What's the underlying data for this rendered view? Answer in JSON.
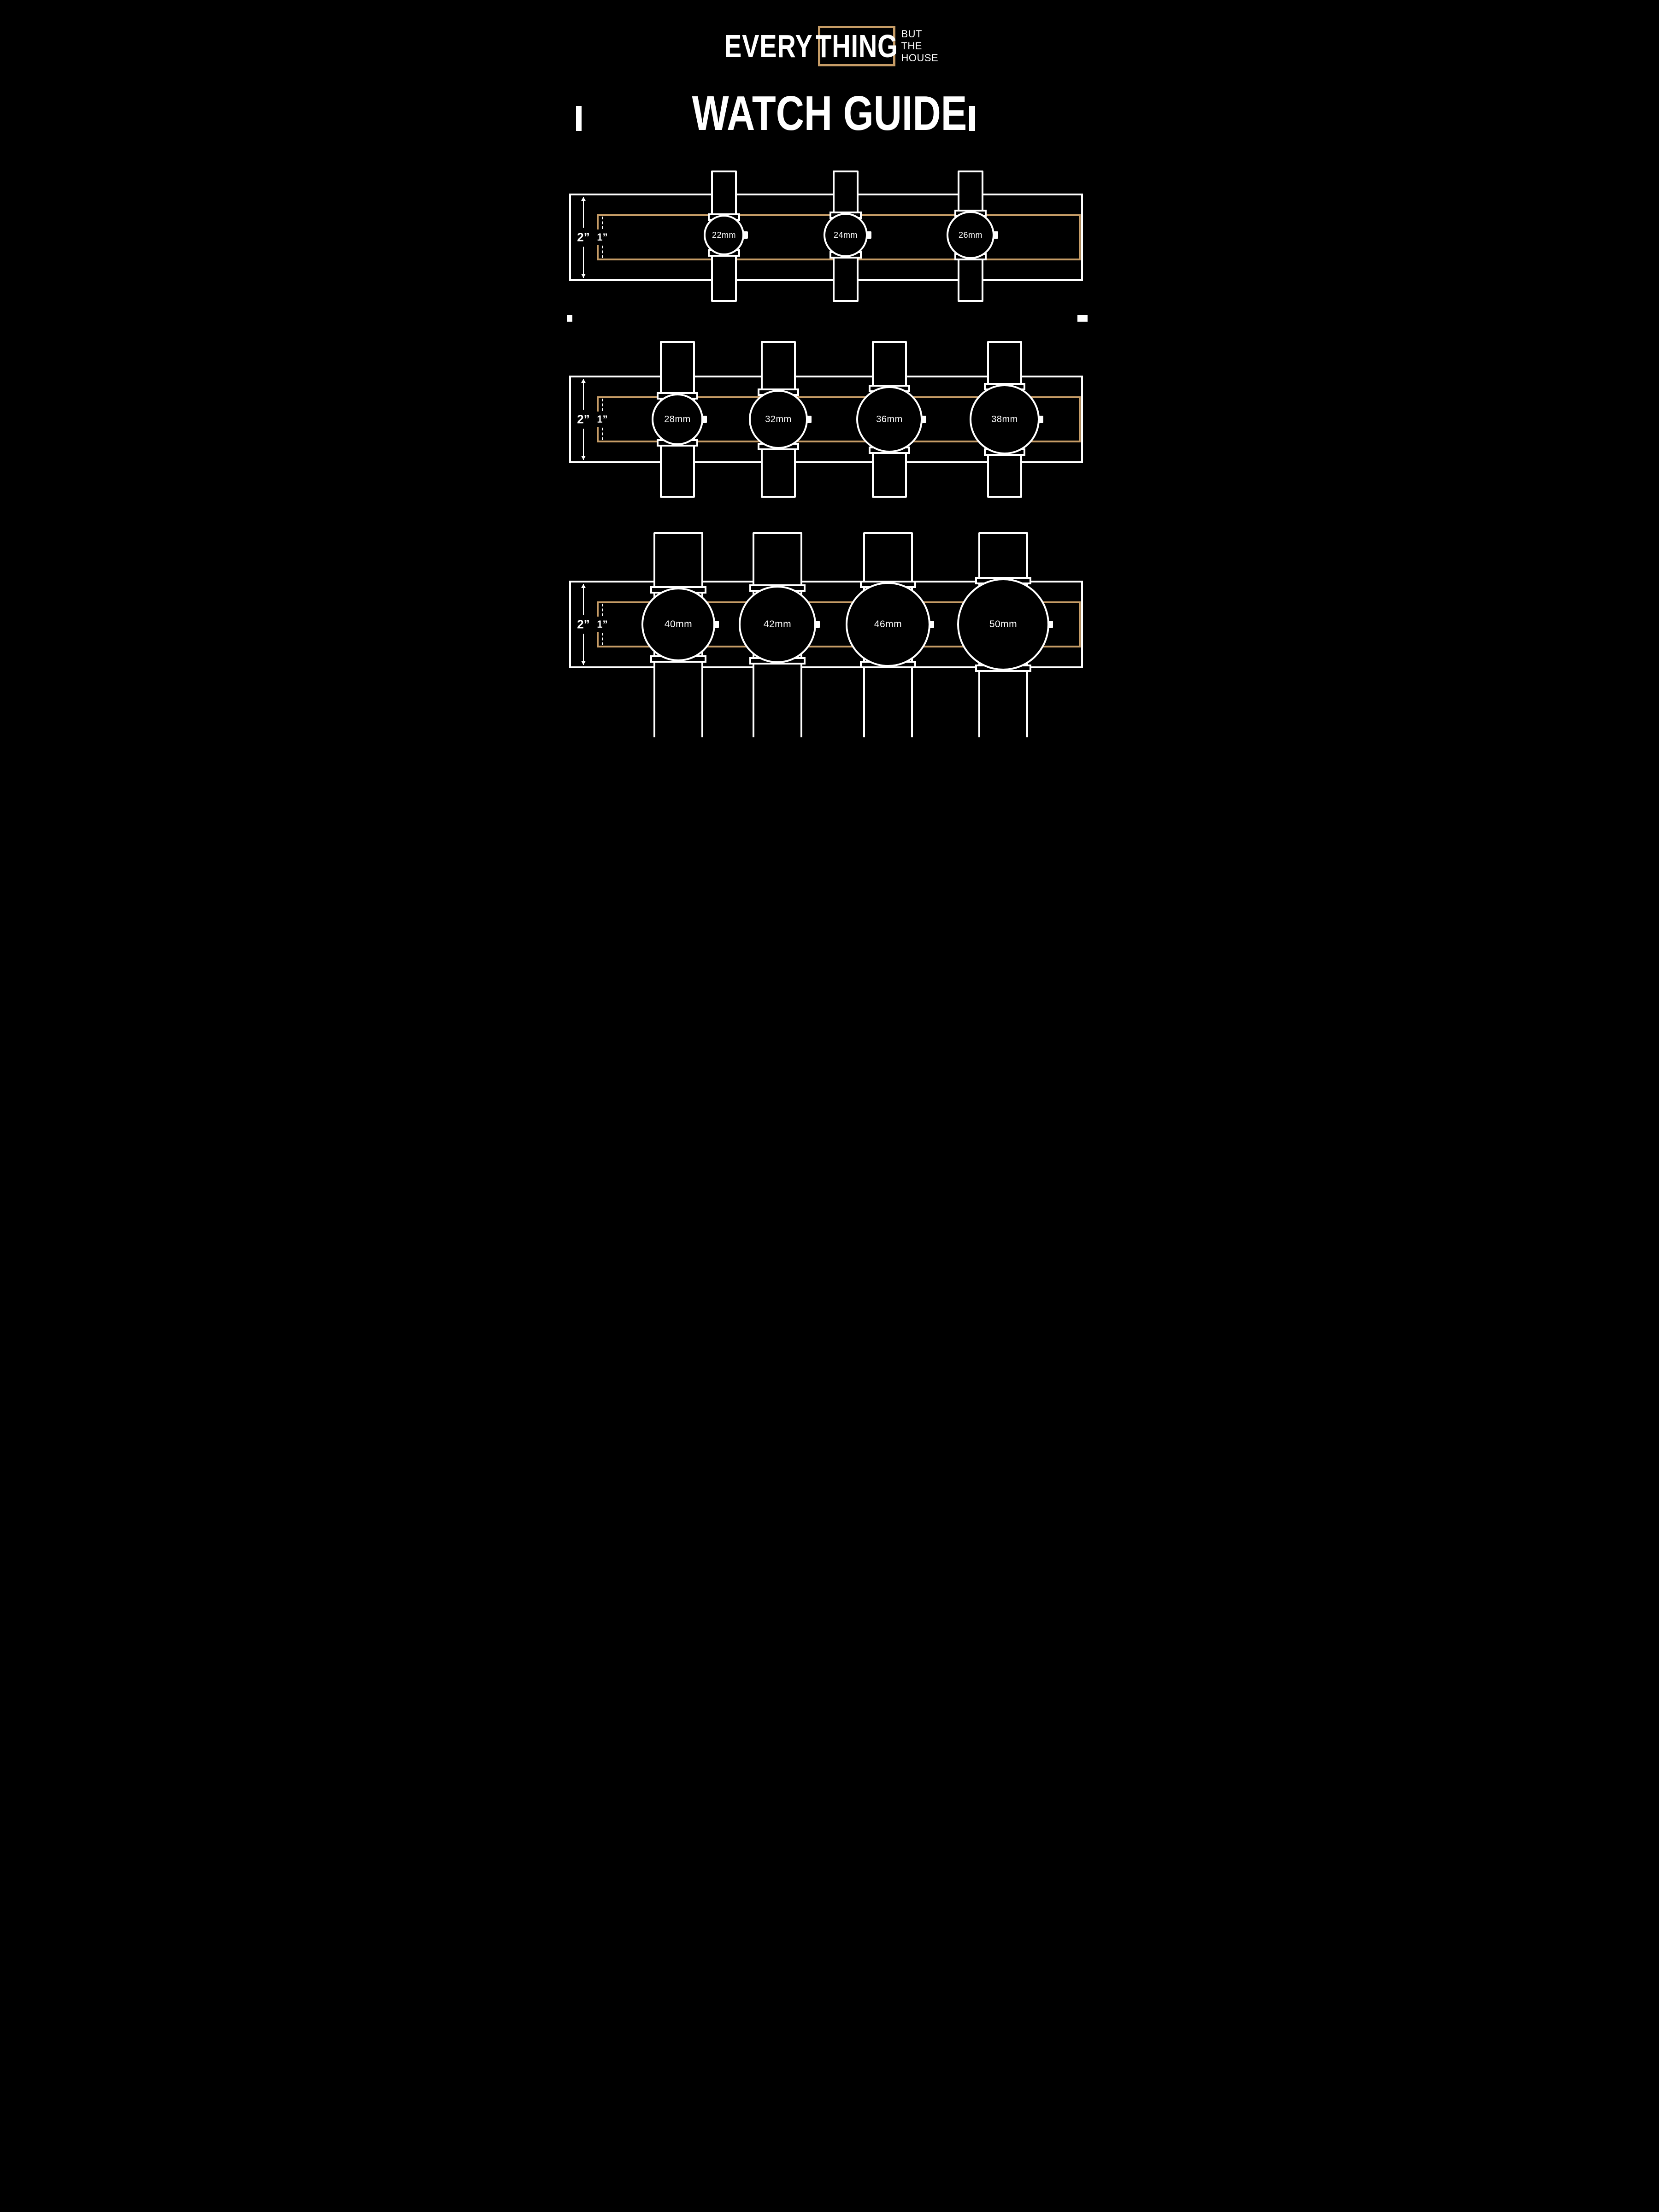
{
  "brand": {
    "every": "EVERY",
    "thing": "THING",
    "tagline": [
      "BUT",
      "THE",
      "HOUSE"
    ]
  },
  "title": "WATCH GUIDE",
  "colors": {
    "background": "#000000",
    "foreground": "#ffffff",
    "accent": "#c69c66"
  },
  "rows": [
    {
      "outer_width_label": "2”",
      "inner_width_label": "1”",
      "watches": [
        {
          "label": "22mm"
        },
        {
          "label": "24mm"
        },
        {
          "label": "26mm"
        }
      ]
    },
    {
      "outer_width_label": "2”",
      "inner_width_label": "1”",
      "watches": [
        {
          "label": "28mm"
        },
        {
          "label": "32mm"
        },
        {
          "label": "36mm"
        },
        {
          "label": "38mm"
        }
      ]
    },
    {
      "outer_width_label": "2”",
      "inner_width_label": "1”",
      "watches": [
        {
          "label": "40mm"
        },
        {
          "label": "42mm"
        },
        {
          "label": "46mm"
        },
        {
          "label": "50mm"
        }
      ]
    }
  ]
}
